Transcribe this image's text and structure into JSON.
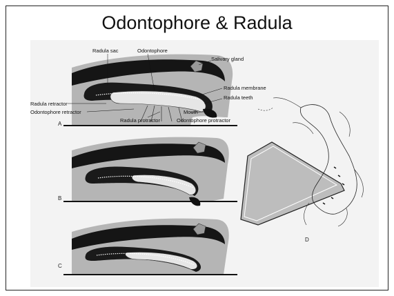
{
  "slide": {
    "title": "Odontophore & Radula"
  },
  "figure": {
    "labels": {
      "radula_sac": "Radula sac",
      "odontophore": "Odontophore",
      "salivary_gland": "Salivary gland",
      "radula_membrane": "Radula membrane",
      "radula_teeth": "Radula teeth",
      "radula_retractor": "Radula retractor",
      "odontophore_retractor": "Odontophore retractor",
      "radula_protractor": "Radula protractor",
      "mouth": "Mouth",
      "odontophore_protractor": "Odontophore protractor"
    },
    "panels": [
      "A",
      "B",
      "C",
      "D"
    ]
  },
  "colors": {
    "background": "#ffffff",
    "border": "#222222",
    "tissue": "#b5b5b5",
    "dark_tissue": "#151515",
    "page_tint": "#f2f2f2"
  }
}
